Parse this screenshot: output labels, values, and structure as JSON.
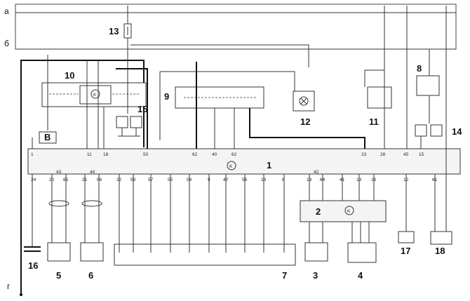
{
  "bus_labels": [
    "а",
    "б",
    "г"
  ],
  "component_numbers": [
    "1",
    "2",
    "3",
    "4",
    "5",
    "6",
    "7",
    "8",
    "9",
    "10",
    "11",
    "12",
    "13",
    "14",
    "15",
    "16",
    "17",
    "18"
  ],
  "box_label_v": "В",
  "unit_symbol": "K",
  "ecu_pins": [
    "24",
    "20",
    "43",
    "65",
    "21",
    "44",
    "66",
    "22",
    "58",
    "57",
    "55",
    "54",
    "9",
    "47",
    "56",
    "18",
    "6",
    "19",
    "42",
    "64",
    "41",
    "13",
    "16",
    "12",
    "61",
    "1",
    "11",
    "18",
    "50",
    "62",
    "40",
    "62",
    "23",
    "28",
    "45",
    "15"
  ]
}
